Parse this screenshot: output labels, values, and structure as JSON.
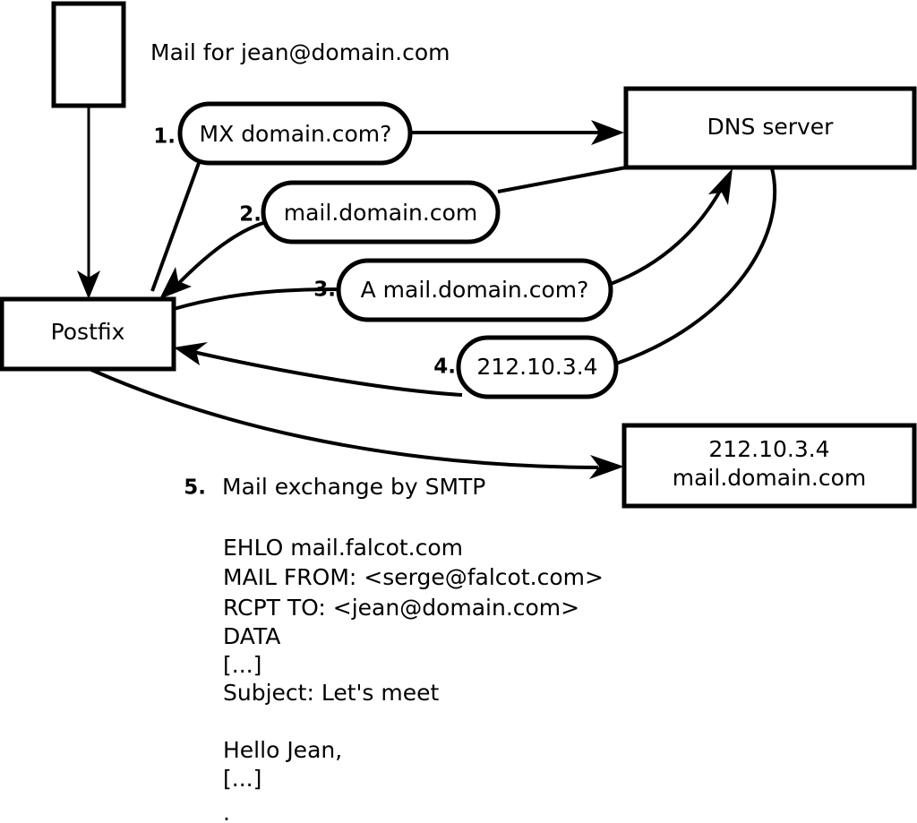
{
  "diagram": {
    "title_note": "Mail for jean@domain.com",
    "nodes": [
      {
        "id": "client",
        "label": "",
        "type": "box"
      },
      {
        "id": "postfix",
        "label": "Postfix",
        "type": "box"
      },
      {
        "id": "dns",
        "label": "DNS server",
        "type": "box"
      },
      {
        "id": "mailserver",
        "label_line1": "212.10.3.4",
        "label_line2": "mail.domain.com",
        "type": "box"
      }
    ],
    "steps": [
      {
        "num": "1.",
        "label": "MX domain.com?"
      },
      {
        "num": "2.",
        "label": "mail.domain.com"
      },
      {
        "num": "3.",
        "label": "A mail.domain.com?"
      },
      {
        "num": "4.",
        "label": "212.10.3.4"
      },
      {
        "num": "5.",
        "label": "Mail exchange by SMTP"
      }
    ],
    "transcript": [
      "EHLO mail.falcot.com",
      "MAIL FROM: <serge@falcot.com>",
      "RCPT TO: <jean@domain.com>",
      "DATA",
      "[...]",
      "Subject: Let's meet",
      "",
      "Hello Jean,",
      "[...]",
      "",
      "."
    ],
    "colors": {
      "stroke": "#000000",
      "fill": "#ffffff",
      "background": "#ffffff"
    }
  }
}
